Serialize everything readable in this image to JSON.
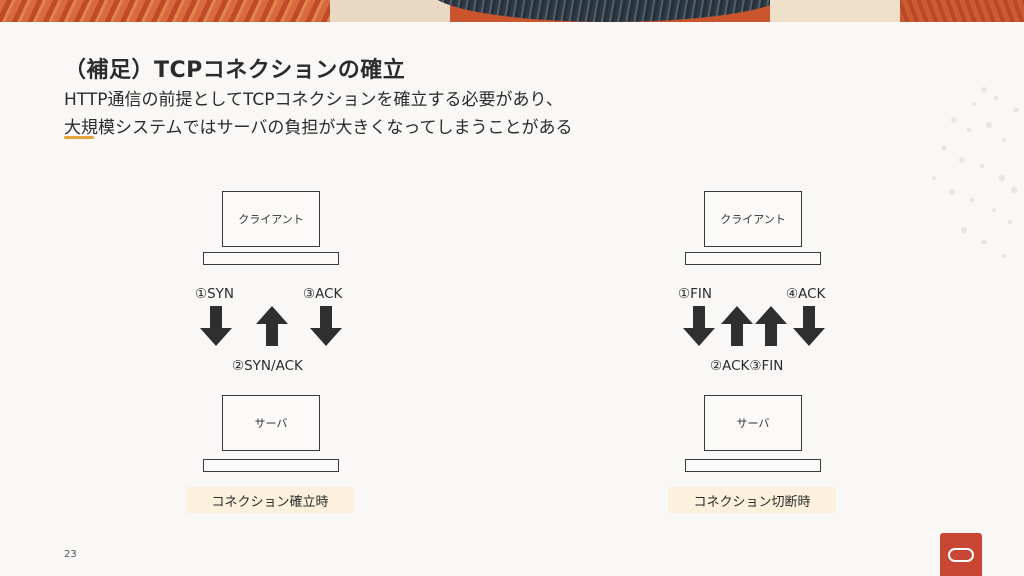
{
  "slide": {
    "title": "（補足）TCPコネクションの確立",
    "subtitle_lines": [
      "HTTP通信の前提としてTCPコネクションを確立する必要があり、",
      "大規模システムではサーバの負担が大きくなってしまうことがある"
    ],
    "page_number": "23"
  },
  "diagrams": {
    "establish": {
      "client_label": "クライアント",
      "server_label": "サーバ",
      "step1": "①SYN",
      "step2": "②SYN/ACK",
      "step3": "③ACK",
      "caption": "コネクション確立時",
      "arrows": [
        "down",
        "up",
        "down"
      ]
    },
    "teardown": {
      "client_label": "クライアント",
      "server_label": "サーバ",
      "step1": "①FIN",
      "step2": "②ACK",
      "step3": "③FIN",
      "step4": "④ACK",
      "caption": "コネクション切断時",
      "arrows": [
        "down",
        "up",
        "up",
        "down"
      ]
    }
  },
  "colors": {
    "arrow": "#2f2f2f",
    "caption_bg": "#fbf1dc",
    "logo": "#c74634",
    "accent": "#e6a23c"
  },
  "icons": {
    "logo": "oracle-logo-icon"
  }
}
